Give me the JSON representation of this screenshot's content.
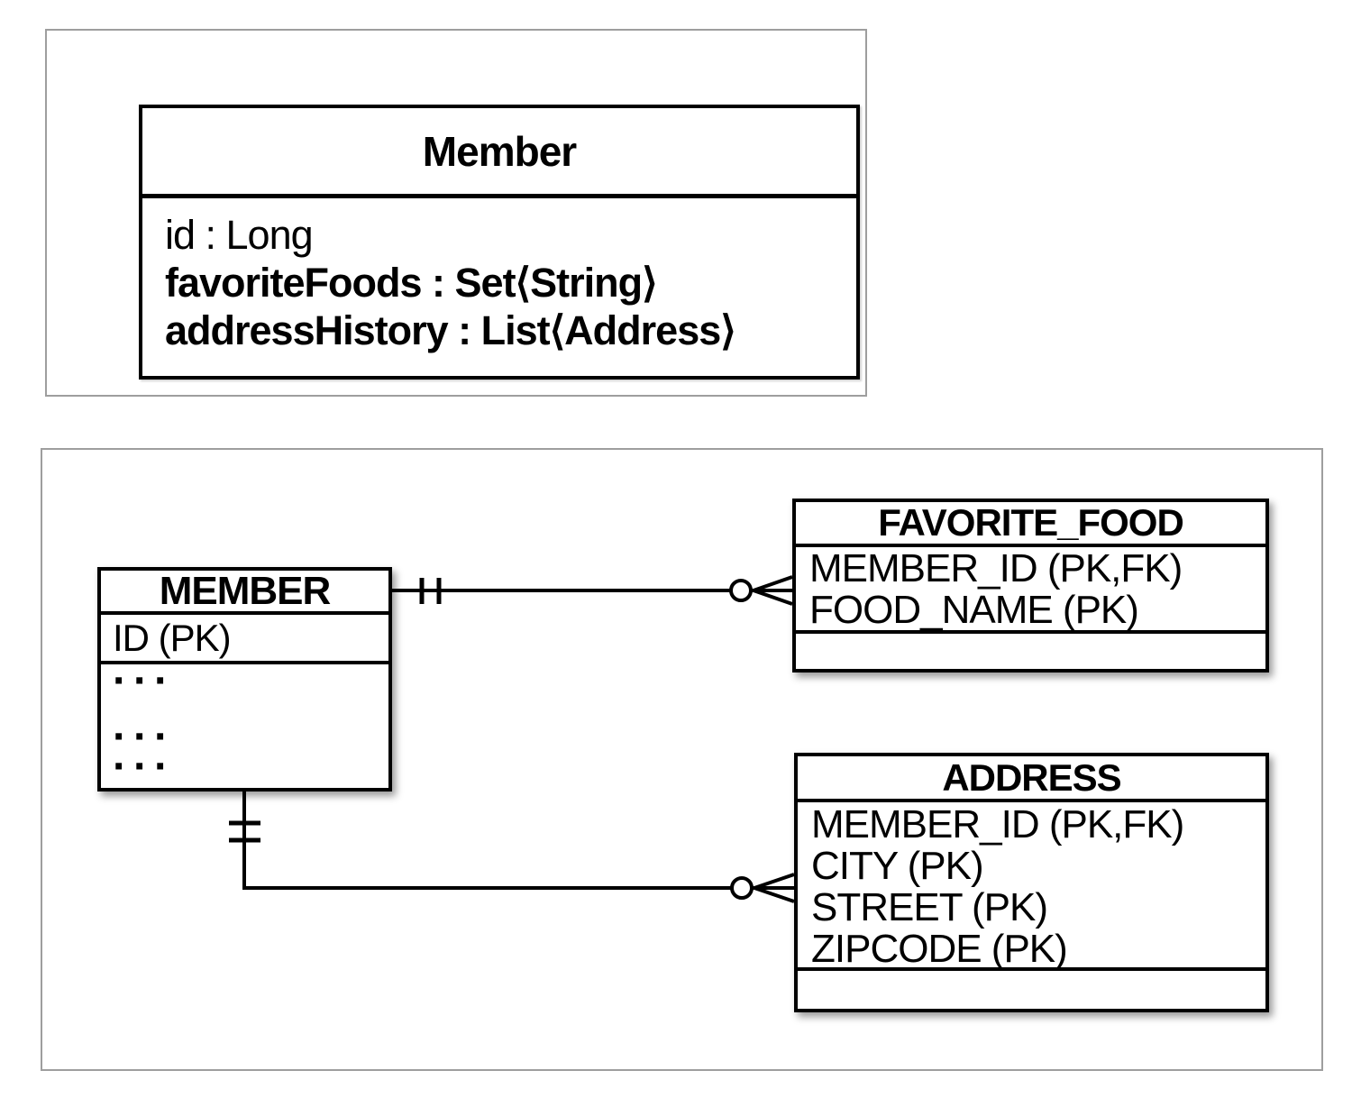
{
  "uml_panel": {
    "class": {
      "name": "Member",
      "attributes": [
        {
          "text": "id : Long"
        },
        {
          "text": "favoriteFoods : Set⟨String⟩"
        },
        {
          "text": "addressHistory : List⟨Address⟩"
        }
      ]
    }
  },
  "er_panel": {
    "tables": {
      "member": {
        "title": "MEMBER",
        "rows": [
          "ID (PK)"
        ],
        "ellipsis": [
          "···",
          "···",
          "···"
        ]
      },
      "favorite_food": {
        "title": "FAVORITE_FOOD",
        "rows": [
          "MEMBER_ID (PK,FK)",
          "FOOD_NAME (PK)"
        ]
      },
      "address": {
        "title": "ADDRESS",
        "rows": [
          "MEMBER_ID (PK,FK)",
          "CITY (PK)",
          "STREET (PK)",
          "ZIPCODE (PK)"
        ]
      }
    },
    "relationships": [
      {
        "from": "MEMBER",
        "to": "FAVORITE_FOOD",
        "from_end": "one-and-only-one",
        "to_end": "zero-or-many"
      },
      {
        "from": "MEMBER",
        "to": "ADDRESS",
        "from_end": "one-and-only-one",
        "to_end": "zero-or-many"
      }
    ]
  },
  "colors": {
    "line": "#000000",
    "panel_border": "#9e9e9e",
    "background": "#ffffff"
  }
}
